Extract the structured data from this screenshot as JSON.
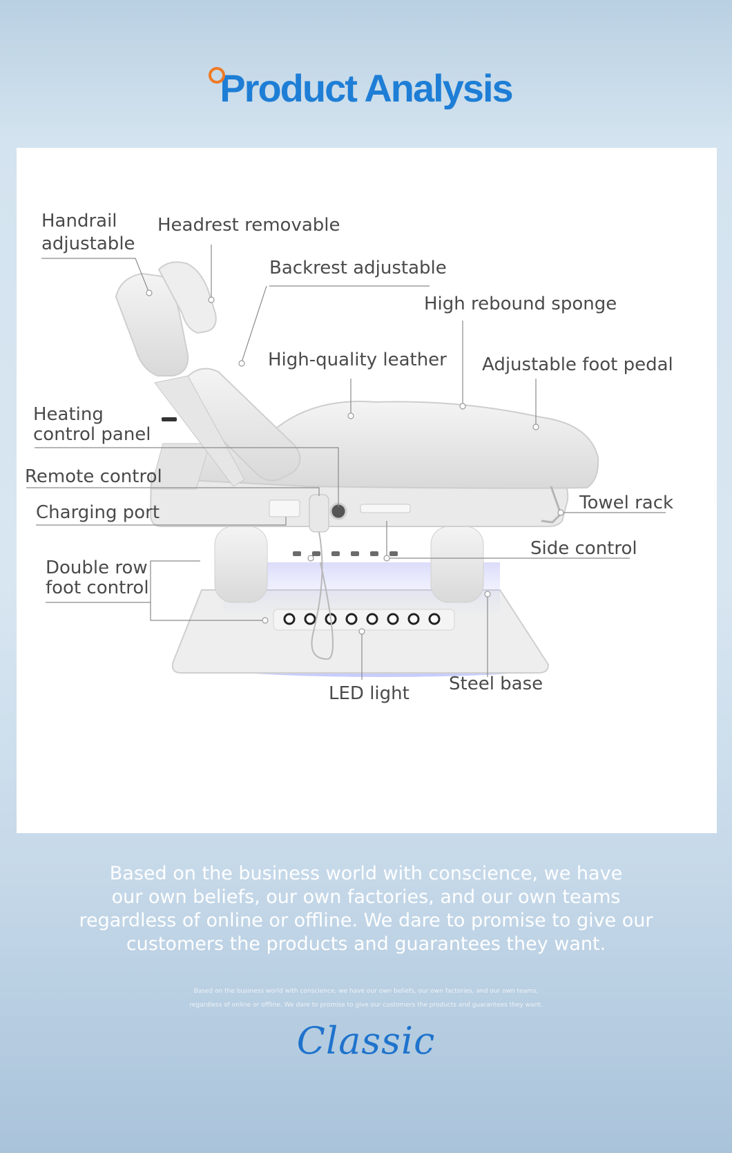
{
  "header": {
    "title": "Product Analysis",
    "accent_color": "#1e7ed6",
    "ring_color": "#f07a24"
  },
  "labels": {
    "handrail_line1": "Handrail",
    "handrail_line2": "adjustable",
    "headrest": "Headrest removable",
    "backrest": "Backrest adjustable",
    "sponge": "High rebound sponge",
    "leather": "High-quality leather",
    "foot_pedal": "Adjustable foot pedal",
    "heating_line1": "Heating",
    "heating_line2": "control panel",
    "remote": "Remote control",
    "charging": "Charging port",
    "towel": "Towel rack",
    "side_control": "Side control",
    "double_line1": "Double row",
    "double_line2": "foot control",
    "led": "LED light",
    "steel_base": "Steel base"
  },
  "slogan": {
    "line1": "Based on the business world with conscience, we have",
    "line2": "our own beliefs, our own factories, and our own teams",
    "line3": "regardless of online or offline. We dare to promise to give our",
    "line4": "customers the products and guarantees they want."
  },
  "fine_print": {
    "line1": "Based on the business world with conscience, we have our own beliefs, our own factories, and our own teams,",
    "line2": "regardless of online or offline. We dare to promise to give our customers the products and guarantees they want."
  },
  "signature": "Classic"
}
